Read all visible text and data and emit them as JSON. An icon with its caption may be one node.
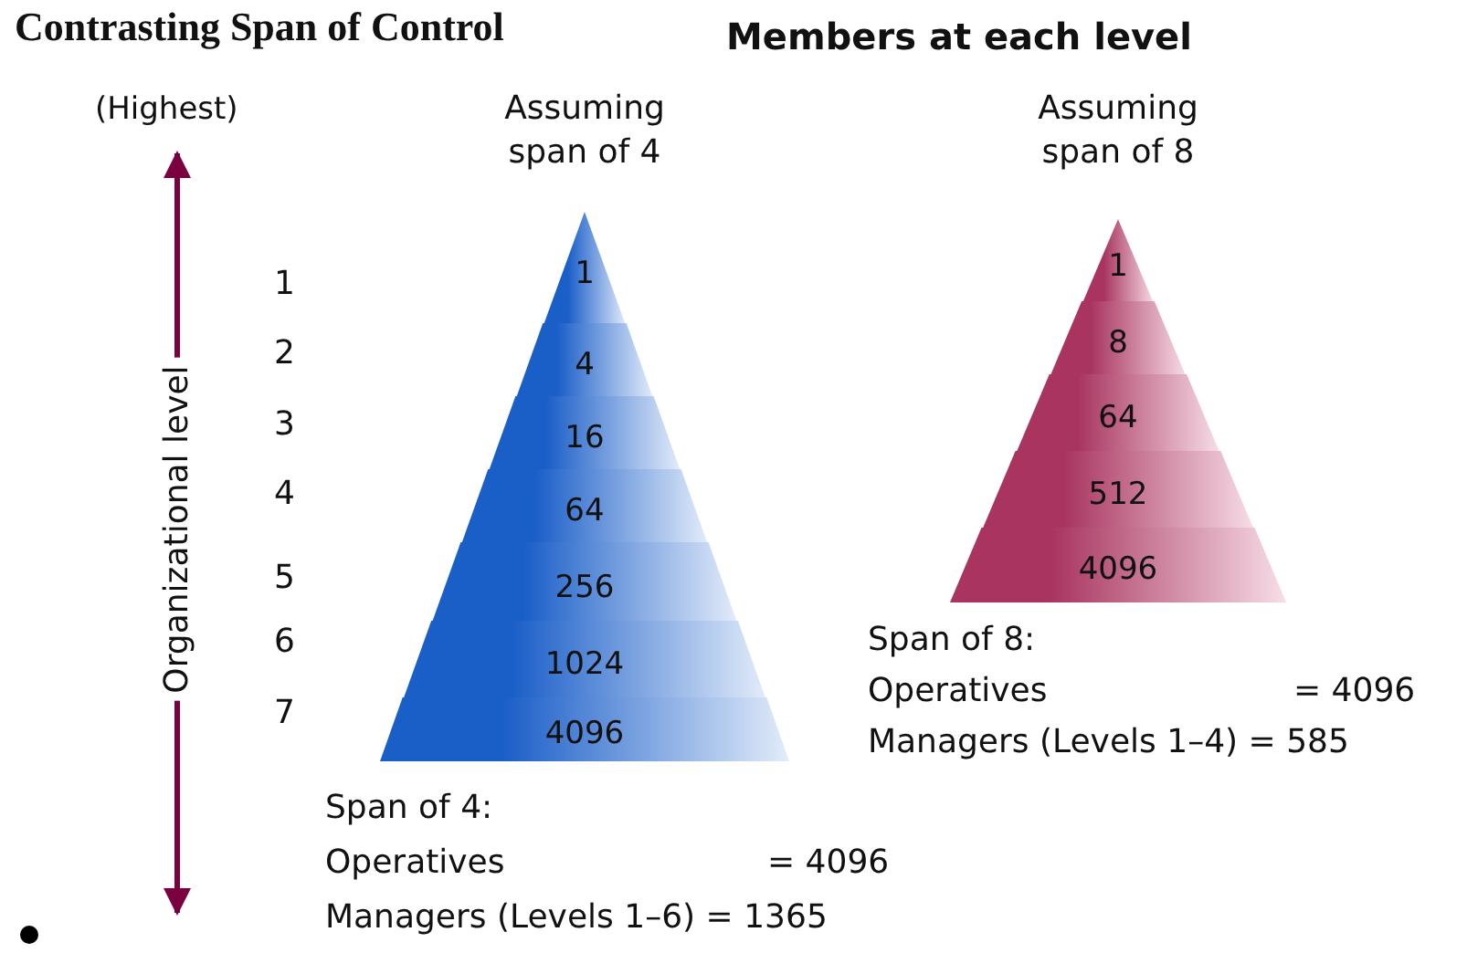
{
  "diagram": {
    "title": "Members at each level",
    "nodes": [
      {
        "text": [
          "Assuming span of 4"
        ]
      },
      {
        "text": [
          "1"
        ],
        "in": 0
      },
      {
        "text": [
          "4"
        ],
        "in": 0
      },
      {
        "text": [
          "16"
        ],
        "in": 0
      },
      {
        "text": [
          "64"
        ],
        "in": 0
      },
      {
        "text": [
          "256"
        ],
        "in": 0
      },
      {
        "text": [
          "1024"
        ],
        "in": 0
      },
      {
        "text": [
          "4096"
        ],
        "in": 0
      },
      {
        "text": [
          "Assuming span of 8"
        ]
      },
      {
        "text": [
          "1"
        ],
        "in": 8
      },
      {
        "text": [
          "8"
        ],
        "in": 8
      },
      {
        "text": [
          "64"
        ],
        "in": 8
      },
      {
        "text": [
          "512"
        ],
        "in": 8
      },
      {
        "text": [
          "4096"
        ],
        "in": 8
      }
    ],
    "labels": [
      "Contrasting Span of Control",
      "(Highest)",
      "Organizational level",
      "1",
      "2",
      "3",
      "4",
      "5",
      "6",
      "7",
      "Span of 4:",
      "Operatives",
      "= 4096",
      "Managers (Levels 1–6) = 1365",
      "Span of 8:",
      "Operatives",
      "= 4096",
      "Managers (Levels 1–4) = 585"
    ]
  }
}
